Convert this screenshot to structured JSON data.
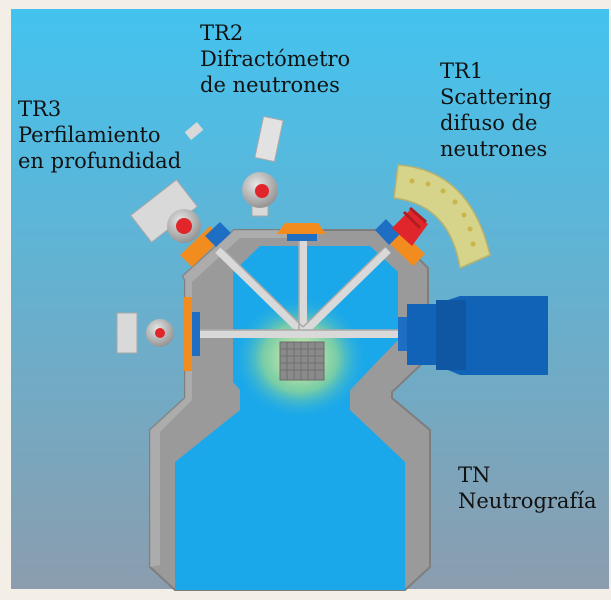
{
  "labels": {
    "tr1": {
      "code": "TR1",
      "line1": "Scattering",
      "line2": "difuso de",
      "line3": "neutrones"
    },
    "tr2": {
      "code": "TR2",
      "line1": "Difractómetro",
      "line2": "de neutrones"
    },
    "tr3": {
      "code": "TR3",
      "line1": "Perfilamiento",
      "line2": "en profundidad"
    },
    "tn": {
      "code": "TN",
      "line1": "Neutrografía"
    }
  },
  "colors": {
    "frame": "#f3efe6",
    "panel_top": "#43c3ef",
    "panel_bottom": "#8b9dae",
    "shield": "#9a9a9a",
    "pool": "#1aa8ea",
    "beam_port": "#f28c1e",
    "beam_window": "#1e6fc4",
    "beam_tube": "#d4d4d4",
    "instrument_red": "#e0262b",
    "detector_arc": "#d6d38a",
    "neutrography_block": "#1163b8",
    "core_glow": "#f6f3a0"
  }
}
